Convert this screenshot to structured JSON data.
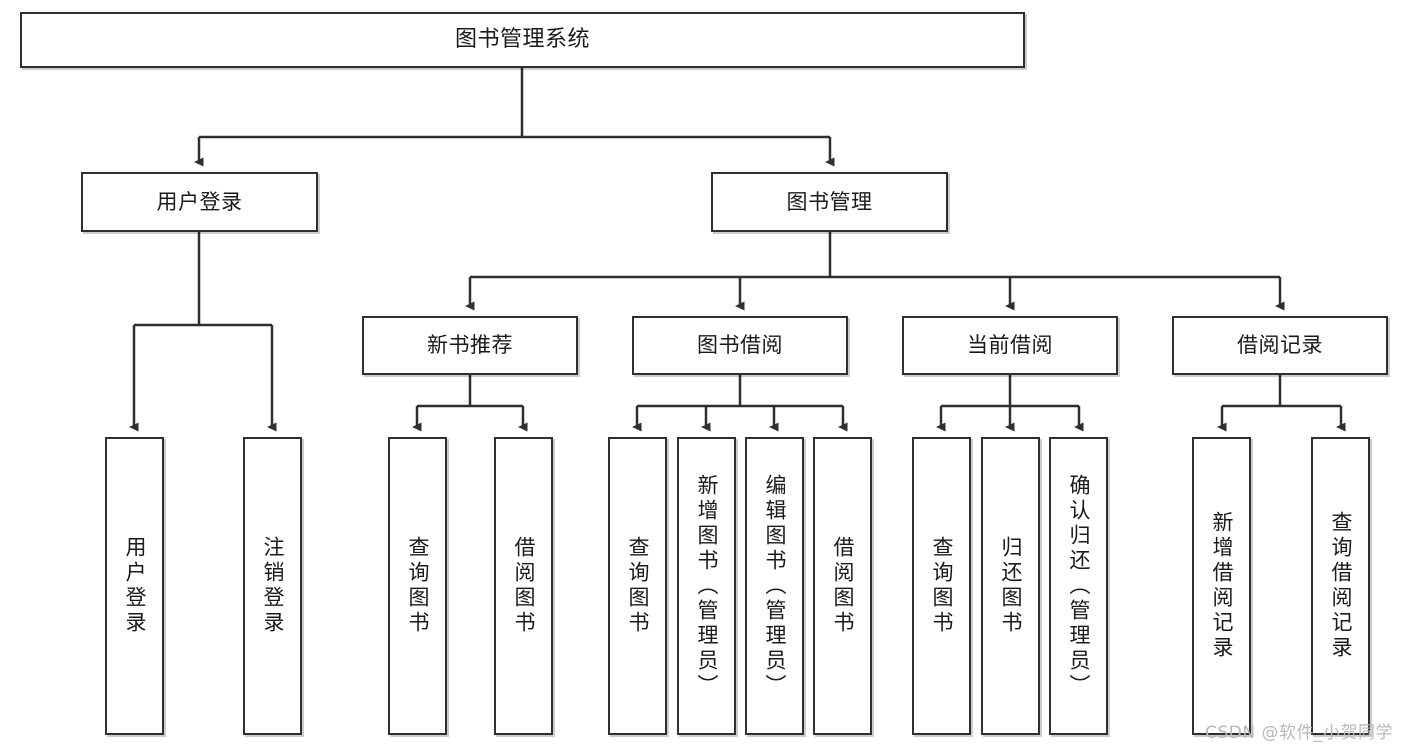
{
  "diagram": {
    "title": "图书管理系统",
    "watermark": "CSDN @软件_小贺同学",
    "line_color": "#2f2f2f",
    "box_fill": "#ffffff",
    "text_color": "#1a1a1a",
    "nodes": {
      "root": {
        "label": "图书管理系统"
      },
      "level1": [
        {
          "label": "用户登录"
        },
        {
          "label": "图书管理"
        }
      ],
      "level2": [
        {
          "label": "新书推荐"
        },
        {
          "label": "图书借阅"
        },
        {
          "label": "当前借阅"
        },
        {
          "label": "借阅记录"
        }
      ],
      "leaves": {
        "user_login": [
          {
            "label": "用户登录"
          },
          {
            "label": "注销登录"
          }
        ],
        "new_book_recommend": [
          {
            "label": "查询图书"
          },
          {
            "label": "借阅图书"
          }
        ],
        "book_borrow": [
          {
            "label": "查询图书"
          },
          {
            "label": "新增图书（管理员）"
          },
          {
            "label": "编辑图书（管理员）"
          },
          {
            "label": "借阅图书"
          }
        ],
        "current_borrow": [
          {
            "label": "查询图书"
          },
          {
            "label": "归还图书"
          },
          {
            "label": "确认归还（管理员）"
          }
        ],
        "borrow_record": [
          {
            "label": "新增借阅记录"
          },
          {
            "label": "查询借阅记录"
          }
        ]
      }
    }
  }
}
